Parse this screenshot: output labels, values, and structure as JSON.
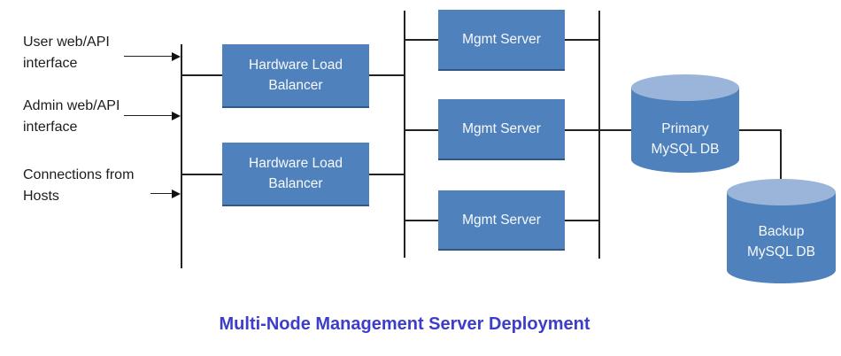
{
  "diagram": {
    "title": "Multi-Node Management Server Deployment",
    "inputs": [
      {
        "line1": "User web/API",
        "line2": "interface"
      },
      {
        "line1": "Admin web/API",
        "line2": "interface"
      },
      {
        "line1": "Connections from",
        "line2": "Hosts"
      }
    ],
    "load_balancers": [
      {
        "line1": "Hardware Load",
        "line2": "Balancer"
      },
      {
        "line1": "Hardware Load",
        "line2": "Balancer"
      }
    ],
    "mgmt_servers": [
      {
        "label": "Mgmt Server"
      },
      {
        "label": "Mgmt Server"
      },
      {
        "label": "Mgmt Server"
      }
    ],
    "databases": [
      {
        "line1": "Primary",
        "line2": "MySQL DB"
      },
      {
        "line1": "Backup",
        "line2": "MySQL DB"
      }
    ],
    "colors": {
      "node_fill": "#4f81bd",
      "node_border_bottom": "#2f5788",
      "cylinder_top": "#9ab5d9",
      "node_text": "#f8fafc",
      "title_text": "#3d3dcb",
      "label_text": "#1c1c1c",
      "line": "#222222"
    }
  }
}
